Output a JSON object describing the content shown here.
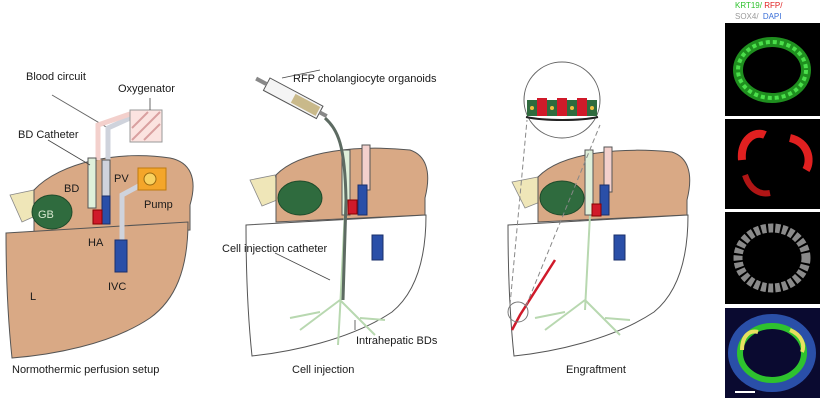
{
  "panels": {
    "perfusion": {
      "caption": "Normothermic perfusion setup",
      "labels": {
        "blood_circuit": "Blood circuit",
        "oxygenator": "Oxygenator",
        "bd_catheter": "BD Catheter",
        "bd": "BD",
        "pv": "PV",
        "pump": "Pump",
        "gb": "GB",
        "ha": "HA",
        "ivc": "IVC",
        "liver": "L"
      }
    },
    "injection": {
      "caption": "Cell injection",
      "labels": {
        "organoids": "RFP cholangiocyte organoids",
        "catheter": "Cell injection catheter",
        "intrahepatic": "Intrahepatic BDs"
      }
    },
    "engraftment": {
      "caption": "Engraftment"
    }
  },
  "microscopy": {
    "stain_labels": {
      "krt19": "KRT19/",
      "rfp": "RFP/",
      "sox4": "SOX4/",
      "dapi": "DAPI"
    },
    "colors": {
      "krt19": "#2ec22e",
      "rfp": "#e02020",
      "sox4": "#9a9a9a",
      "dapi": "#3a6fd8"
    }
  },
  "colors": {
    "liver": "#d9a985",
    "liver_dark": "#c79372",
    "gallbladder": "#2f6b3e",
    "artery": "#d01a2a",
    "vein": "#2a4fa8",
    "bile_duct": "#dff0da",
    "pump": "#f4a62a"
  }
}
